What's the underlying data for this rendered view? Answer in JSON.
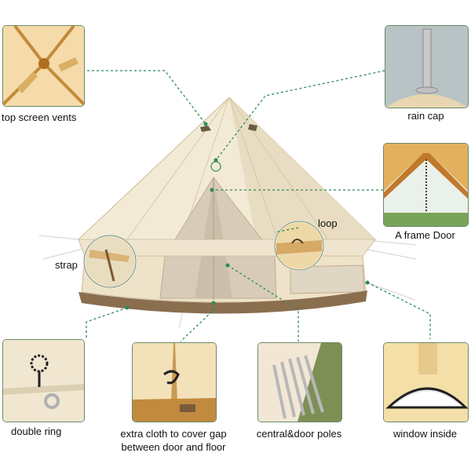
{
  "labels": {
    "top_screen_vents": "top screen vents",
    "rain_cap": "rain cap",
    "a_frame_door": "A frame Door",
    "loop": "loop",
    "strap": "strap",
    "double_ring": "double ring",
    "extra_cloth_line1": "extra cloth to cover gap",
    "extra_cloth_line2": "between door and floor",
    "central_door_poles": "central&door poles",
    "window_inside": "window inside"
  },
  "colors": {
    "canvas": "#f3ead6",
    "canvas_shadow": "#d9c7a3",
    "base": "#8a6e4e",
    "leader": "#2e8b57",
    "panel_border": "#6a8a6a"
  },
  "icons": {
    "tent": "bell-tent-illustration",
    "vents": "tent-roof-vents-closeup",
    "rain_cap": "rain-cap-closeup",
    "a_frame": "a-frame-door-closeup",
    "ring": "double-ring-closeup",
    "door_cloth": "door-cloth-closeup",
    "poles": "poles-closeup",
    "window": "window-closeup"
  }
}
